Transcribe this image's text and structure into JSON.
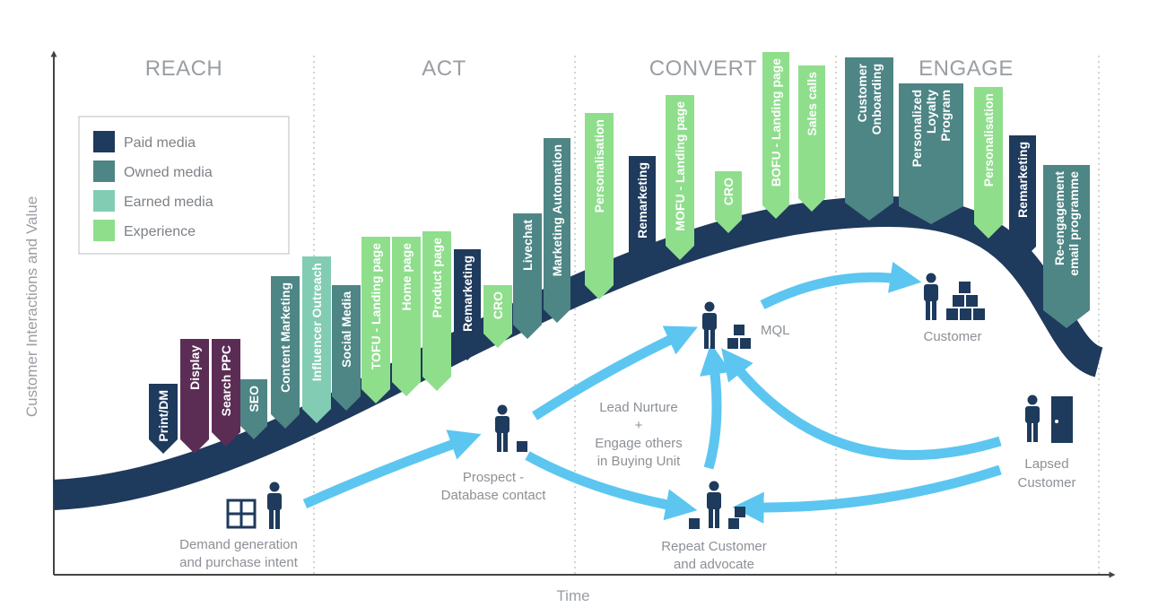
{
  "phases": [
    "REACH",
    "ACT",
    "CONVERT",
    "ENGAGE"
  ],
  "axes": {
    "y_label": "Customer Interactions and Value",
    "x_label": "Time"
  },
  "legend": [
    {
      "label": "Paid media",
      "color": "#1e3a5c"
    },
    {
      "label": "Owned media",
      "color": "#4e8585"
    },
    {
      "label": "Earned media",
      "color": "#82ccb4"
    },
    {
      "label": "Experience",
      "color": "#8fde8c"
    }
  ],
  "colors": {
    "curve": "#1e3a5c",
    "flow_arrow": "#5cc6f0",
    "display": "#5b2d55",
    "icon": "#1e3a5c",
    "axis": "#444444"
  },
  "tags": [
    {
      "lines": [
        "Print/DM"
      ],
      "kind": "paid"
    },
    {
      "lines": [
        "Display"
      ],
      "kind": "display"
    },
    {
      "lines": [
        "Search PPC"
      ],
      "kind": "display"
    },
    {
      "lines": [
        "SEO"
      ],
      "kind": "owned"
    },
    {
      "lines": [
        "Content Marketing"
      ],
      "kind": "owned"
    },
    {
      "lines": [
        "Influencer Outreach"
      ],
      "kind": "earned"
    },
    {
      "lines": [
        "Social Media"
      ],
      "kind": "owned"
    },
    {
      "lines": [
        "TOFU - Landing page"
      ],
      "kind": "experience"
    },
    {
      "lines": [
        "Home page"
      ],
      "kind": "experience"
    },
    {
      "lines": [
        "Product page"
      ],
      "kind": "experience"
    },
    {
      "lines": [
        "Remarketing"
      ],
      "kind": "paid"
    },
    {
      "lines": [
        "CRO"
      ],
      "kind": "experience"
    },
    {
      "lines": [
        "Livechat"
      ],
      "kind": "owned"
    },
    {
      "lines": [
        "Marketing Automation"
      ],
      "kind": "owned"
    },
    {
      "lines": [
        "Personalisation"
      ],
      "kind": "experience"
    },
    {
      "lines": [
        "Remarketing"
      ],
      "kind": "paid"
    },
    {
      "lines": [
        "MOFU - Landing page"
      ],
      "kind": "experience"
    },
    {
      "lines": [
        "CRO"
      ],
      "kind": "experience"
    },
    {
      "lines": [
        "BOFU - Landing page"
      ],
      "kind": "experience"
    },
    {
      "lines": [
        "Sales calls"
      ],
      "kind": "experience"
    },
    {
      "lines": [
        "Customer",
        "Onboarding"
      ],
      "kind": "owned"
    },
    {
      "lines": [
        "Personalized",
        "Loyalty",
        "Program"
      ],
      "kind": "owned"
    },
    {
      "lines": [
        "Personalisation"
      ],
      "kind": "experience"
    },
    {
      "lines": [
        "Remarketing"
      ],
      "kind": "paid"
    },
    {
      "lines": [
        "Re-engagement",
        "email programme"
      ],
      "kind": "owned"
    }
  ],
  "nodes": {
    "demand": [
      "Demand generation",
      "and purchase intent"
    ],
    "prospect": [
      "Prospect  -",
      "Database contact"
    ],
    "nurture": [
      "Lead Nurture",
      "+",
      "Engage others",
      "in Buying Unit"
    ],
    "mql": [
      "MQL"
    ],
    "customer": [
      "Customer"
    ],
    "repeat": [
      "Repeat Customer",
      "and advocate"
    ],
    "lapsed": [
      "Lapsed",
      "Customer"
    ]
  }
}
